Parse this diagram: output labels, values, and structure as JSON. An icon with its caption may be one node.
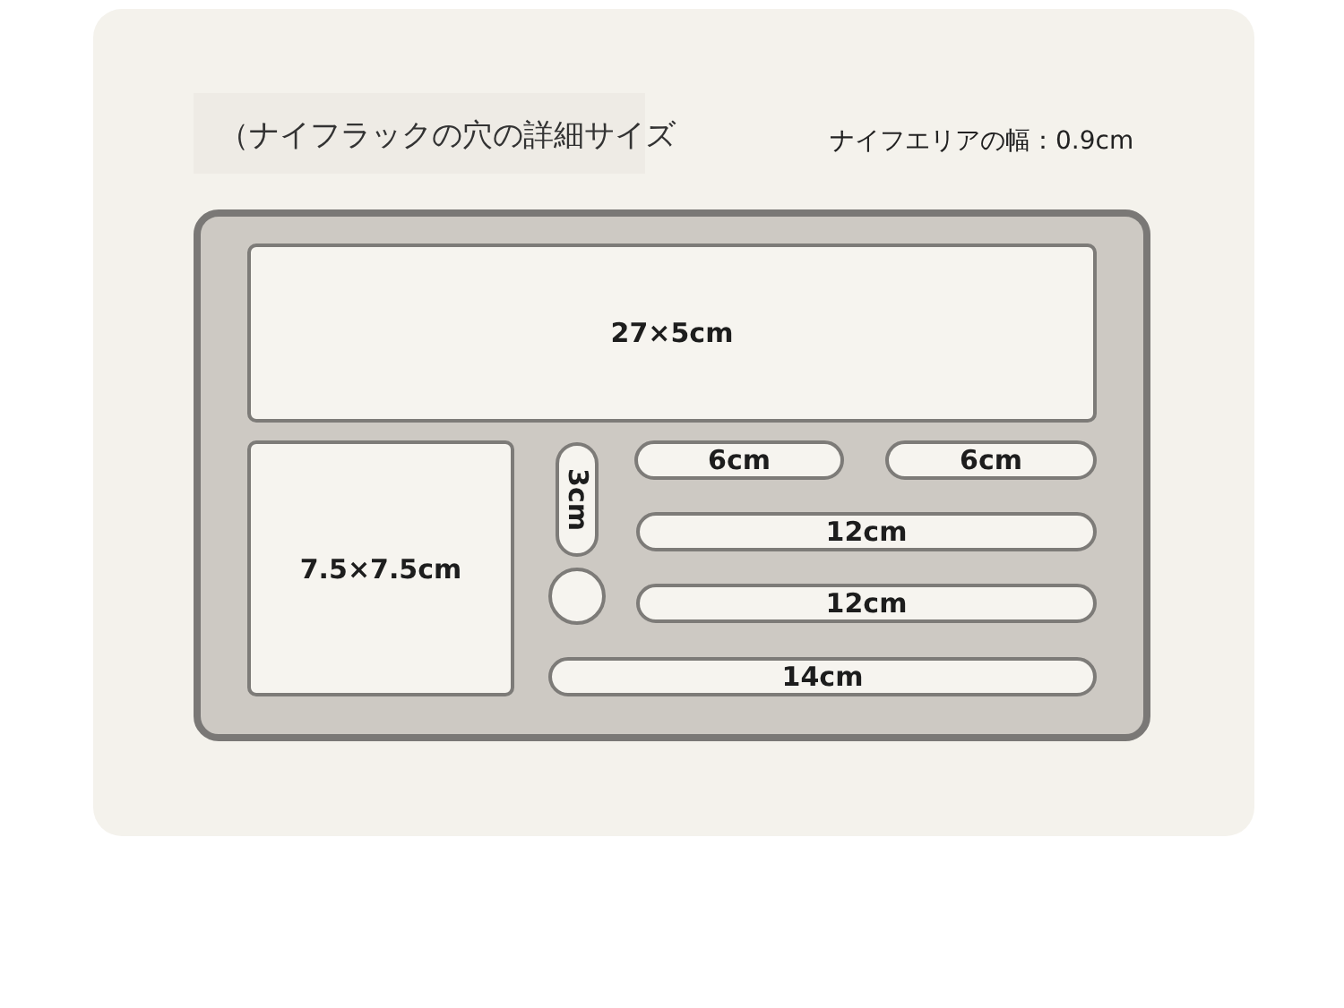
{
  "diagram": {
    "title": "（ナイフラックの穴の詳細サイズ",
    "nodes": [
      {
        "text": [],
        "shape": "box"
      },
      {
        "text": [
          "27×5cm"
        ],
        "in": 0
      },
      {
        "text": [
          "7.5×7.5cm"
        ],
        "in": 0
      },
      {
        "text": [
          "3cm"
        ],
        "in": 0
      },
      {
        "text": [
          "6cm"
        ],
        "in": 0
      },
      {
        "text": [
          "6cm"
        ],
        "in": 0
      },
      {
        "text": [
          "12cm"
        ],
        "in": 0
      },
      {
        "text": [],
        "shape": "circle",
        "in": 0
      },
      {
        "text": [
          "12cm"
        ],
        "in": 0
      },
      {
        "text": [
          "14cm"
        ],
        "in": 0
      }
    ],
    "labels": [
      "ナイフエリアの幅：0.9cm"
    ]
  }
}
